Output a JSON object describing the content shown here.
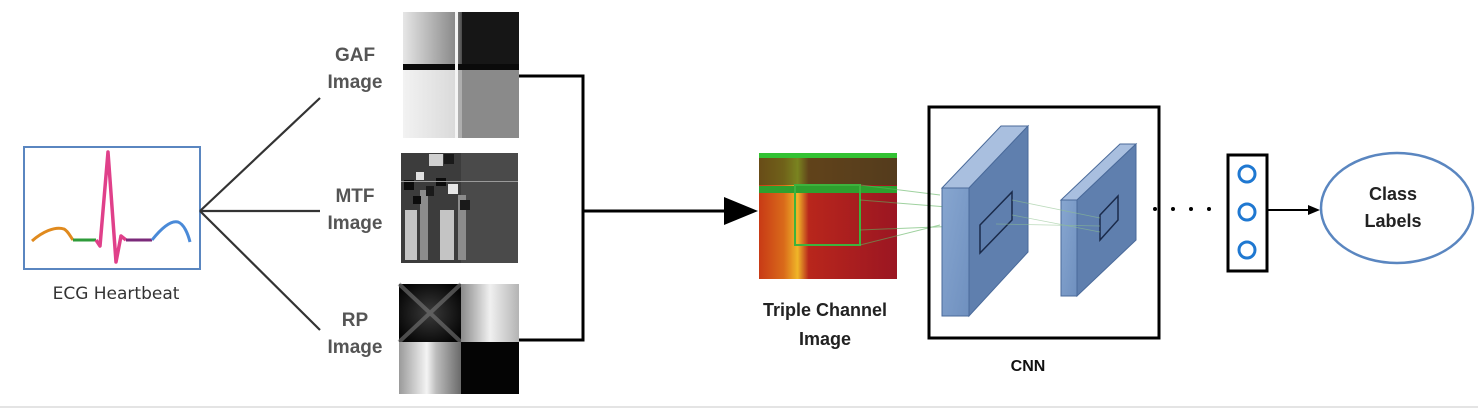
{
  "ecg": {
    "label": "ECG Heartbeat"
  },
  "images": {
    "gaf": {
      "line1": "GAF",
      "line2": "Image"
    },
    "mtf": {
      "line1": "MTF",
      "line2": "Image"
    },
    "rp": {
      "line1": "RP",
      "line2": "Image"
    }
  },
  "triple": {
    "line1": "Triple Channel",
    "line2": "Image"
  },
  "cnn": {
    "label": "CNN"
  },
  "output": {
    "line1": "Class",
    "line2": "Labels"
  },
  "colors": {
    "ecg_border": "#5a86c0",
    "ecg_orange": "#e08a1e",
    "ecg_green": "#2e9b3a",
    "ecg_pink": "#e0408a",
    "ecg_purple": "#7b2a7a",
    "ecg_blue": "#4a8ad8",
    "cnn_block": "#7b9cc9",
    "output_node": "#1f78d1",
    "triple_red": "#9b1622",
    "triple_green": "#2ea02e"
  }
}
